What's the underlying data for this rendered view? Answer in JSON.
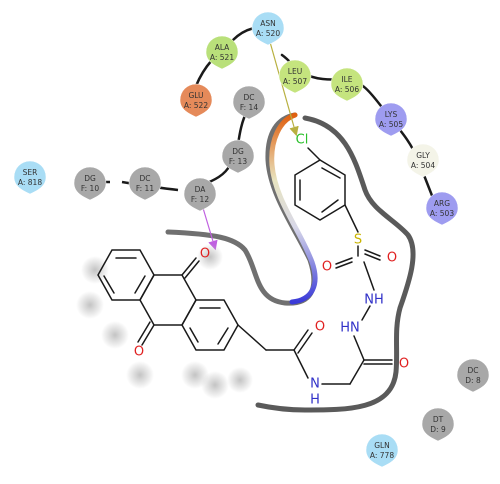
{
  "residues": [
    {
      "key": "asn520",
      "name": "ASN",
      "id": "A: 520",
      "color": "#a9ddf5"
    },
    {
      "key": "ala521",
      "name": "ALA",
      "id": "A: 521",
      "color": "#b9e07a"
    },
    {
      "key": "glu522",
      "name": "GLU",
      "id": "A: 522",
      "color": "#e58a5a"
    },
    {
      "key": "leu507",
      "name": "LEU",
      "id": "A: 507",
      "color": "#c5e47e"
    },
    {
      "key": "ile506",
      "name": "ILE",
      "id": "A: 506",
      "color": "#c5e47e"
    },
    {
      "key": "lys505",
      "name": "LYS",
      "id": "A: 505",
      "color": "#9e9cf0"
    },
    {
      "key": "gly504",
      "name": "GLY",
      "id": "A: 504",
      "color": "#f4f4e8"
    },
    {
      "key": "arg503",
      "name": "ARG",
      "id": "A: 503",
      "color": "#9e9cf0"
    },
    {
      "key": "dc14",
      "name": "DC",
      "id": "F: 14",
      "color": "#a8a8a8"
    },
    {
      "key": "dg13",
      "name": "DG",
      "id": "F: 13",
      "color": "#a8a8a8"
    },
    {
      "key": "dg10",
      "name": "DG",
      "id": "F: 10",
      "color": "#a8a8a8"
    },
    {
      "key": "dc11",
      "name": "DC",
      "id": "F: 11",
      "color": "#a8a8a8"
    },
    {
      "key": "da12",
      "name": "DA",
      "id": "F: 12",
      "color": "#a8a8a8"
    },
    {
      "key": "ser818",
      "name": "SER",
      "id": "A: 818",
      "color": "#a9ddf5"
    },
    {
      "key": "dc8",
      "name": "DC",
      "id": "D: 8",
      "color": "#a8a8a8"
    },
    {
      "key": "dt9",
      "name": "DT",
      "id": "D: 9",
      "color": "#a8a8a8"
    },
    {
      "key": "gln778",
      "name": "GLN",
      "id": "A: 778",
      "color": "#a9ddf5"
    }
  ],
  "atoms": {
    "cl": "Cl",
    "s": "S",
    "o_s1": "O",
    "o_s2": "O",
    "nh1": "NH",
    "nh2": "HN",
    "o_amide2": "O",
    "o_amide1": "O",
    "n_amide1": "N",
    "h_amide1": "H",
    "o_q1": "O",
    "o_q2": "O"
  },
  "colors": {
    "halogen": "#2bbf2b",
    "sulfur": "#c9b400",
    "oxygen": "#e02020",
    "nitrogen": "#3030c8",
    "dna_contact": "#c060e0",
    "hbond": "#b8b040"
  }
}
